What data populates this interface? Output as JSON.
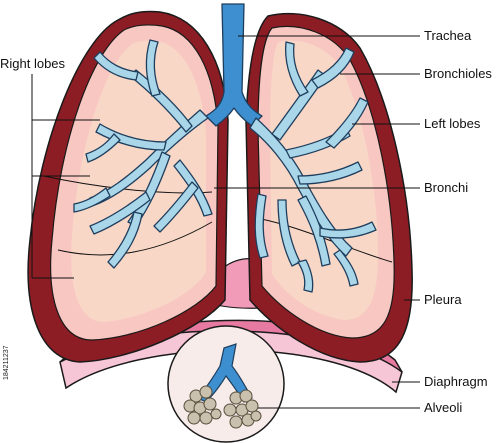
{
  "labels": {
    "right_lobes": "Right lobes",
    "trachea": "Trachea",
    "bronchioles": "Bronchioles",
    "left_lobes": "Left lobes",
    "bronchi": "Bronchi",
    "pleura": "Pleura",
    "diaphragm": "Diaphragm",
    "alveoli": "Alveoli"
  },
  "watermark_id": "184211237",
  "colors": {
    "pleura": "#8c1d24",
    "lobe_fill": "#f9c9c0",
    "lobe_inner": "#f7d8c8",
    "bronchi_fill": "#a9d6e8",
    "bronchi_stroke": "#1e3e5e",
    "trachea": "#3d8fcf",
    "diaphragm": "#e889a8",
    "alveoli": "#c7bfae"
  }
}
